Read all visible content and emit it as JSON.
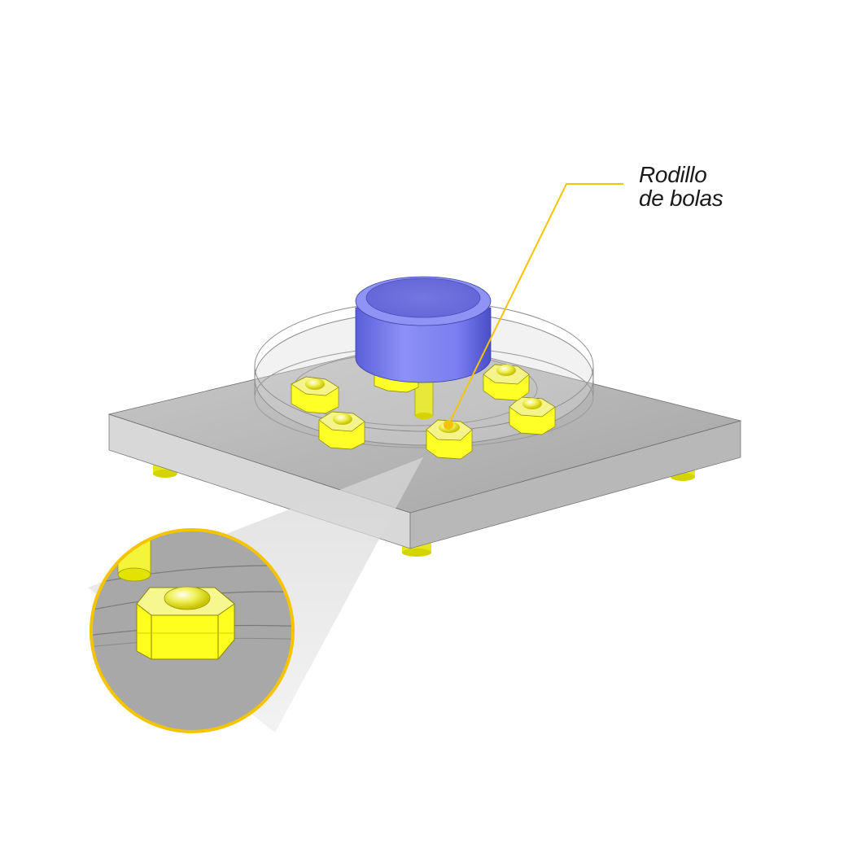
{
  "callout": {
    "line1": "Rodillo",
    "line2": "de bolas"
  },
  "colors": {
    "accent_yellow": "#f5c400",
    "part_yellow": "#f2f21c",
    "cylinder_blue": "#7b7ff0",
    "plate_gray": "#b4b4b4"
  },
  "icons": {
    "ball_roller": "hex-nut-with-ball",
    "cylinder": "cylinder",
    "plate": "square-base-plate"
  }
}
